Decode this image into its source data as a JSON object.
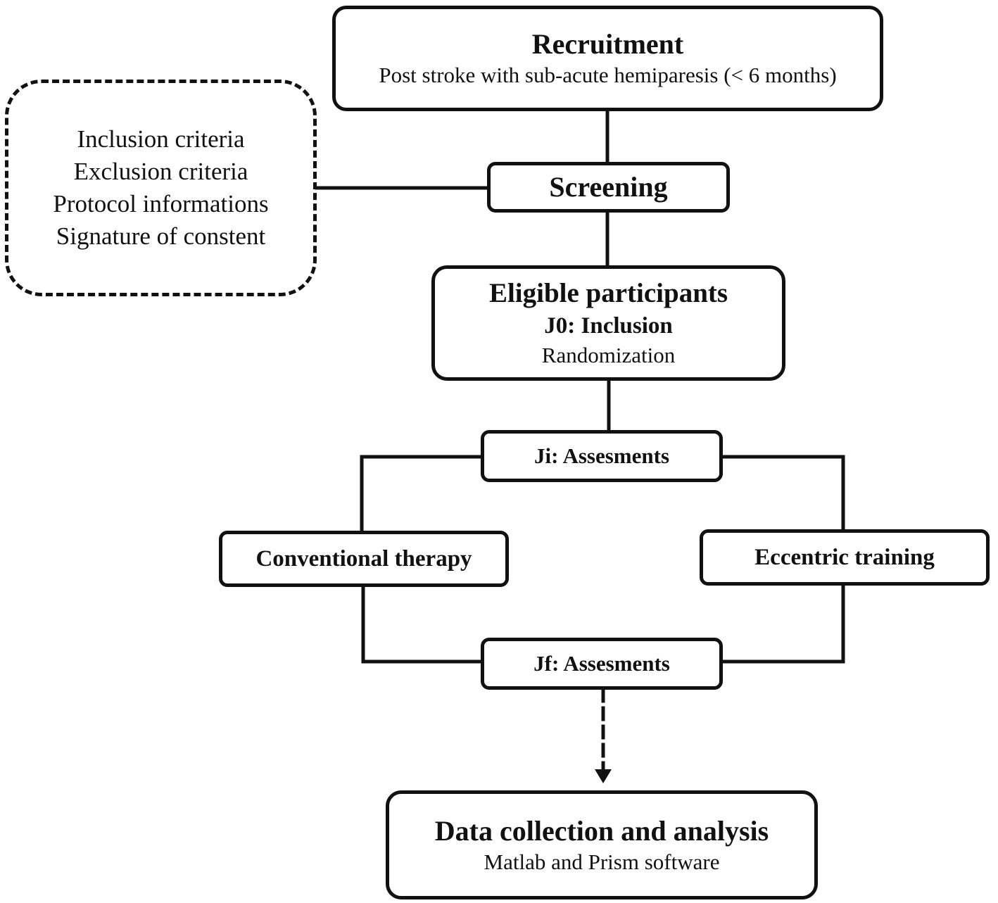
{
  "recruitment": {
    "title": "Recruitment",
    "subtitle": "Post stroke with sub-acute hemiparesis (< 6 months)"
  },
  "criteria": {
    "items": [
      "Inclusion criteria",
      "Exclusion criteria",
      "Protocol informations",
      "Signature of constent"
    ]
  },
  "screening": {
    "title": "Screening"
  },
  "eligible": {
    "title": "Eligible participants",
    "step": "J0: Inclusion",
    "subtitle": "Randomization"
  },
  "initial_assessment": {
    "title": "Ji: Assesments"
  },
  "arms": {
    "conventional": "Conventional therapy",
    "eccentric": "Eccentric training"
  },
  "final_assessment": {
    "title": "Jf: Assesments"
  },
  "analysis": {
    "title": "Data collection and analysis",
    "subtitle": "Matlab and Prism software"
  },
  "colors": {
    "stroke": "#111111",
    "background": "#ffffff"
  }
}
